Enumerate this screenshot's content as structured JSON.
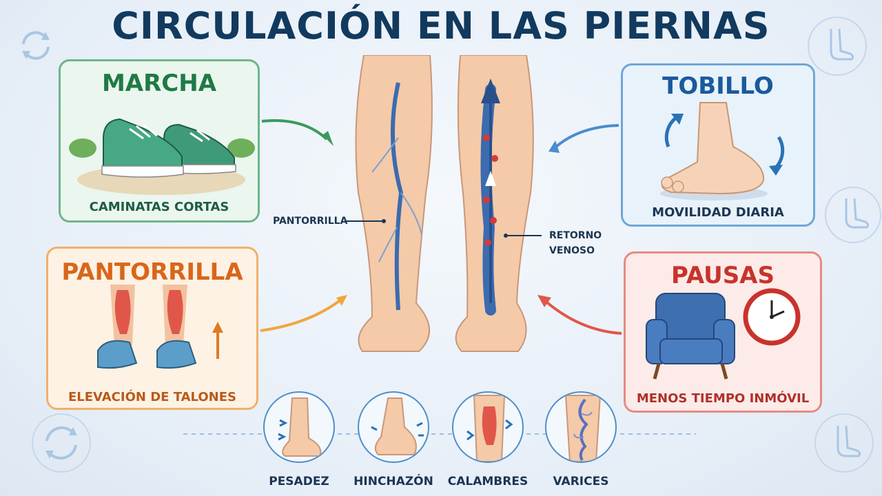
{
  "title": "CIRCULACIÓN EN LAS PIERNAS",
  "cards": {
    "marcha": {
      "title": "MARCHA",
      "caption": "CAMINATAS CORTAS",
      "color": "#1f7a45",
      "border": "#6db58a",
      "bg": "#eaf6ee"
    },
    "pantorrilla": {
      "title": "PANTORRILLA",
      "caption": "ELEVACIÓN DE TALONES",
      "color": "#d9661a",
      "border": "#f0b06a",
      "bg": "#fdf2e3"
    },
    "tobillo": {
      "title": "TOBILLO",
      "caption": "MOVILIDAD DIARIA",
      "color": "#1a5a9c",
      "border": "#6ea6d8",
      "bg": "#e8f2fb"
    },
    "pausas": {
      "title": "PAUSAS",
      "caption": "MENOS TIEMPO INMÓVIL",
      "color": "#c8332c",
      "border": "#e88a80",
      "bg": "#fcebe8"
    }
  },
  "center_labels": {
    "left": "PANTORRILLA",
    "right_line1": "RETORNO",
    "right_line2": "VENOSO"
  },
  "symptoms": [
    "PESADEZ",
    "HINCHAZÓN",
    "CALAMBRES",
    "VARICES"
  ],
  "icons": [
    "sneakers-icon",
    "calf-muscle-icon",
    "foot-icon",
    "armchair-icon",
    "clock-icon",
    "cycle-arrows-icon"
  ]
}
